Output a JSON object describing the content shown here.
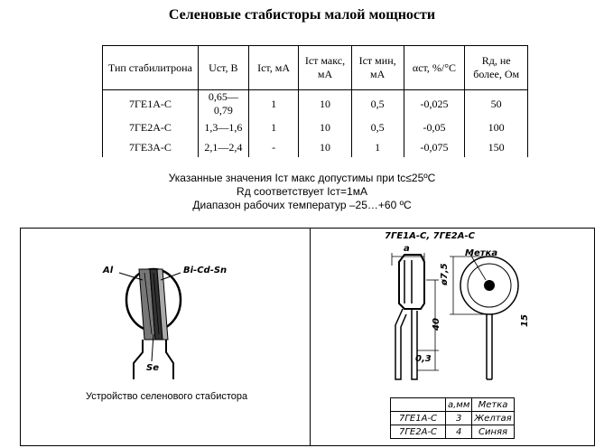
{
  "title": "Селеновые стабисторы малой мощности",
  "table": {
    "headers": [
      "Тип стабилитрона",
      "Uст, В",
      "Iст, мА",
      "Iст макс, мА",
      "Iст мин, мА",
      "αст, %/°С",
      "Rд, не более, Ом"
    ],
    "rows": [
      [
        "7ГЕ1А-С",
        "0,65—0,79",
        "1",
        "10",
        "0,5",
        "-0,025",
        "50"
      ],
      [
        "7ГЕ2А-С",
        "1,3—1,6",
        "1",
        "10",
        "0,5",
        "-0,05",
        "100"
      ],
      [
        "7ГЕ3А-С",
        "2,1—2,4",
        "-",
        "10",
        "1",
        "-0,075",
        "150"
      ]
    ]
  },
  "notes": {
    "line1": "Указанные значения Iст макс допустимы при tс≤25ºС",
    "line2": "Rд соответствует Iст=1мА",
    "line3": "Диапазон рабочих температур –25…+60 ºС"
  },
  "left_figure": {
    "label_al": "Al",
    "label_bicdsn": "Bi-Cd-Sn",
    "label_se": "Se",
    "caption": "Устройство селенового стабистора"
  },
  "right_figure": {
    "header": "7ГЕ1А-С, 7ГЕ2А-С",
    "label_metka": "Метка",
    "dim_a": "a",
    "dim_diameter": "ø7,5",
    "dim_40": "40",
    "dim_03": "0,3",
    "dim_15": "15",
    "marks_table": {
      "headers": [
        "",
        "a,мм",
        "Метка"
      ],
      "rows": [
        [
          "7ГЕ1А-С",
          "3",
          "Желтая"
        ],
        [
          "7ГЕ2А-С",
          "4",
          "Синяя"
        ]
      ]
    }
  }
}
